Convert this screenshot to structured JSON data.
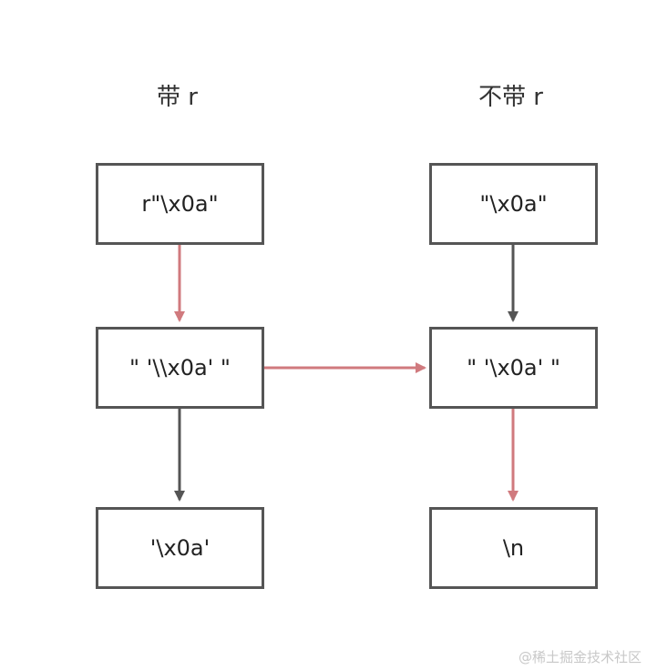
{
  "headings": {
    "left": "带 r",
    "right": "不带 r"
  },
  "boxes": {
    "left_top": "r\"\\x0a\"",
    "left_mid": "\" '\\\\x0a' \"",
    "left_bottom": "'\\x0a'",
    "right_top": "\"\\x0a\"",
    "right_mid": "\" '\\x0a' \"",
    "right_bottom": "\\n"
  },
  "colors": {
    "pink_arrow": "#D07A7E",
    "dark_arrow": "#555555",
    "box_border": "#555555"
  },
  "watermark": "@稀土掘金技术社区"
}
